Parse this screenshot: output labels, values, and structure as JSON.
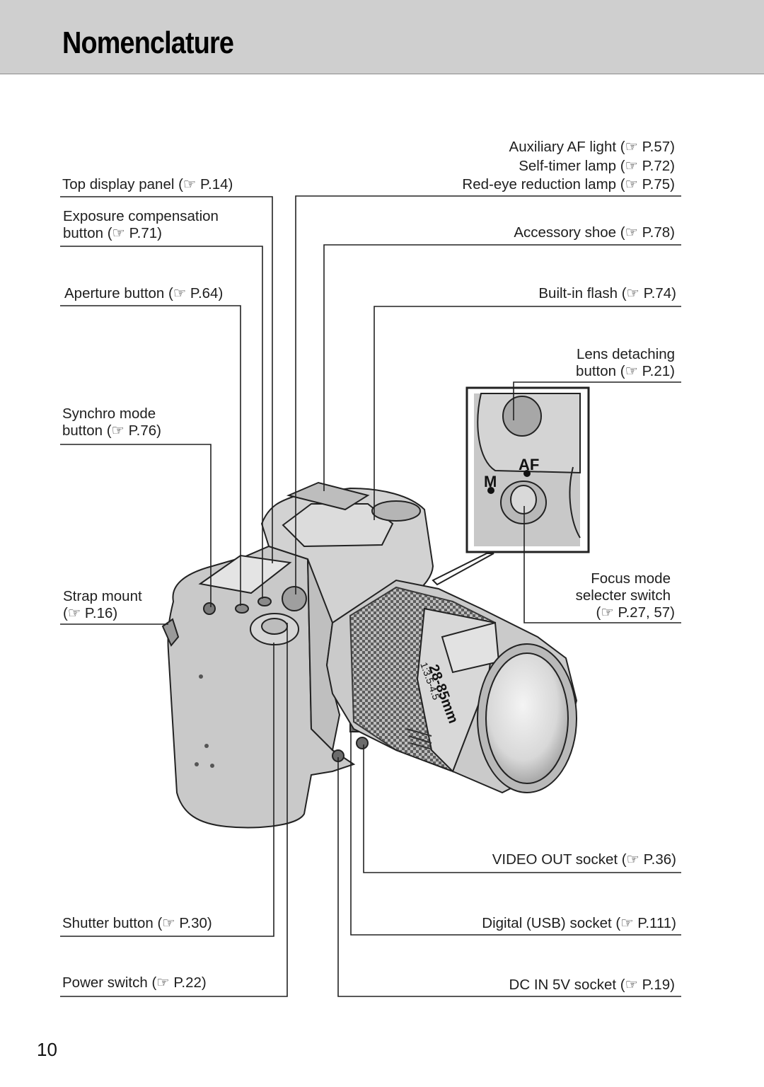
{
  "page": {
    "title": "Nomenclature",
    "page_number": "10"
  },
  "ref_glyph": "☞",
  "labels_left": {
    "top_display_panel": "Top display panel (☞ P.14)",
    "exposure_compensation_1": "Exposure compensation",
    "exposure_compensation_2": "button (☞ P.71)",
    "aperture_button": "Aperture button (☞ P.64)",
    "synchro_mode_1": "Synchro mode",
    "synchro_mode_2": "button (☞ P.76)",
    "strap_mount_1": "Strap mount",
    "strap_mount_2": "(☞ P.16)",
    "shutter_button": "Shutter button (☞ P.30)",
    "power_switch": "Power switch (☞ P.22)"
  },
  "labels_right": {
    "aux_af_light": "Auxiliary AF light (☞ P.57)",
    "self_timer_lamp": "Self-timer lamp (☞ P.72)",
    "red_eye_lamp": "Red-eye reduction lamp (☞ P.75)",
    "accessory_shoe": "Accessory shoe (☞ P.78)",
    "built_in_flash": "Built-in flash (☞ P.74)",
    "lens_detaching_1": "Lens detaching",
    "lens_detaching_2": "button (☞ P.21)",
    "focus_mode_1": "Focus mode",
    "focus_mode_2": "selecter switch",
    "focus_mode_3": "(☞ P.27, 57)",
    "video_out": "VIDEO OUT socket (☞ P.36)",
    "digital_usb": "Digital (USB) socket (☞ P.111)",
    "dc_in": "DC IN 5V socket (☞ P.19)"
  },
  "inset": {
    "af_label": "AF",
    "m_label": "M"
  },
  "lens": {
    "focal": "28-85mm",
    "aperture": "1:3.5-4.5"
  }
}
